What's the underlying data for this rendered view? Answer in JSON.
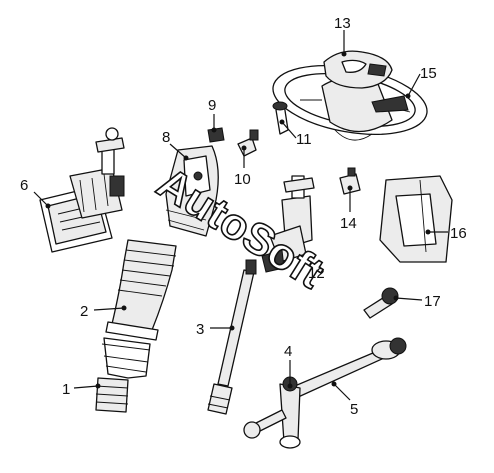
{
  "diagram": {
    "watermark": "AutoSoft",
    "callouts": [
      {
        "id": "1",
        "text": "1"
      },
      {
        "id": "2",
        "text": "2"
      },
      {
        "id": "3",
        "text": "3"
      },
      {
        "id": "4",
        "text": "4"
      },
      {
        "id": "5",
        "text": "5"
      },
      {
        "id": "6",
        "text": "6"
      },
      {
        "id": "8",
        "text": "8"
      },
      {
        "id": "9",
        "text": "9"
      },
      {
        "id": "10",
        "text": "10"
      },
      {
        "id": "11",
        "text": "11"
      },
      {
        "id": "12",
        "text": "12"
      },
      {
        "id": "13",
        "text": "13"
      },
      {
        "id": "14",
        "text": "14"
      },
      {
        "id": "15",
        "text": "15"
      },
      {
        "id": "16",
        "text": "16"
      },
      {
        "id": "17",
        "text": "17"
      }
    ]
  }
}
